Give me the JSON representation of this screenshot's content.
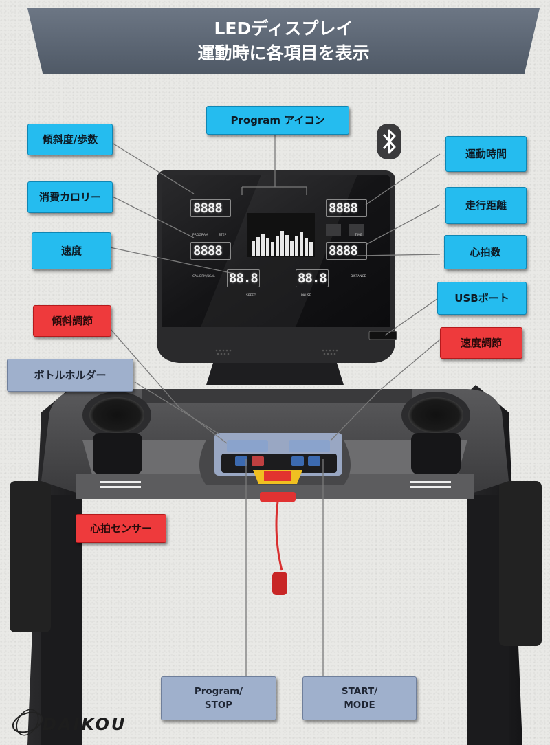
{
  "header": {
    "line1": "LEDディスプレイ",
    "line2": "運動時に各項目を表示"
  },
  "labels": {
    "program_icon": "Program アイコン",
    "incline_steps": "傾斜度/歩数",
    "calories": "消費カロリー",
    "speed": "速度",
    "exercise_time": "運動時間",
    "distance": "走行距離",
    "heart_rate": "心拍数",
    "usb_port": "USBポート",
    "incline_adjust": "傾斜調節",
    "speed_adjust": "速度調節",
    "bottle_holder": "ボトルホルダー",
    "heart_sensor": "心拍センサー",
    "program_stop_1": "Program/",
    "program_stop_2": "STOP",
    "start_mode_1": "START/",
    "start_mode_2": "MODE"
  },
  "display": {
    "readout": "8888",
    "readout_small": "88.8",
    "icon_labels": {
      "program": "PROGRAM",
      "step": "STEP",
      "time": "TIME",
      "calories": "CAL.BPM/KCAL",
      "distance": "DISTANCE",
      "speed": "SPEED",
      "pause": "PAUSE"
    }
  },
  "brand": {
    "name": "DAIKOU"
  },
  "icons": [
    "bluetooth-icon",
    "daikou-logo-icon"
  ]
}
